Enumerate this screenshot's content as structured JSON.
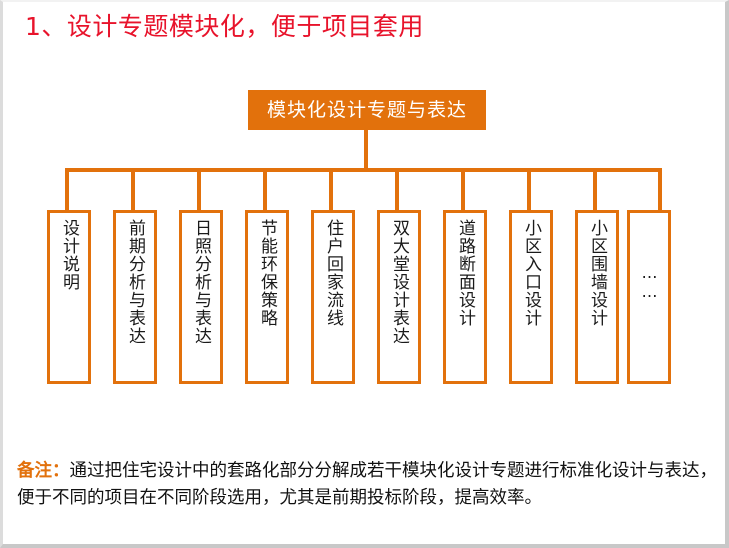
{
  "slide": {
    "title": "1、设计专题模块化，便于项目套用",
    "title_color": "#E8132B",
    "accent_color": "#E2710C",
    "background": "#FFFFFF"
  },
  "diagram": {
    "root": {
      "label": "模块化设计专题与表达",
      "fill": "#E2710C",
      "text_color": "#FFFFFF"
    },
    "nodes": [
      {
        "label": "设计说明"
      },
      {
        "label": "前期分析与表达"
      },
      {
        "label": "日照分析与表达"
      },
      {
        "label": "节能环保策略"
      },
      {
        "label": "住户回家流线"
      },
      {
        "label": "双大堂设计表达"
      },
      {
        "label": "道路断面设计"
      },
      {
        "label": "小区入口设计"
      },
      {
        "label": "小区围墙设计"
      },
      {
        "label": "……"
      }
    ]
  },
  "note": {
    "label": "备注：",
    "text": "通过把住宅设计中的套路化部分分解成若干模块化设计专题进行标准化设计与表达，便于不同的项目在不同阶段选用，尤其是前期投标阶段，提高效率。"
  }
}
